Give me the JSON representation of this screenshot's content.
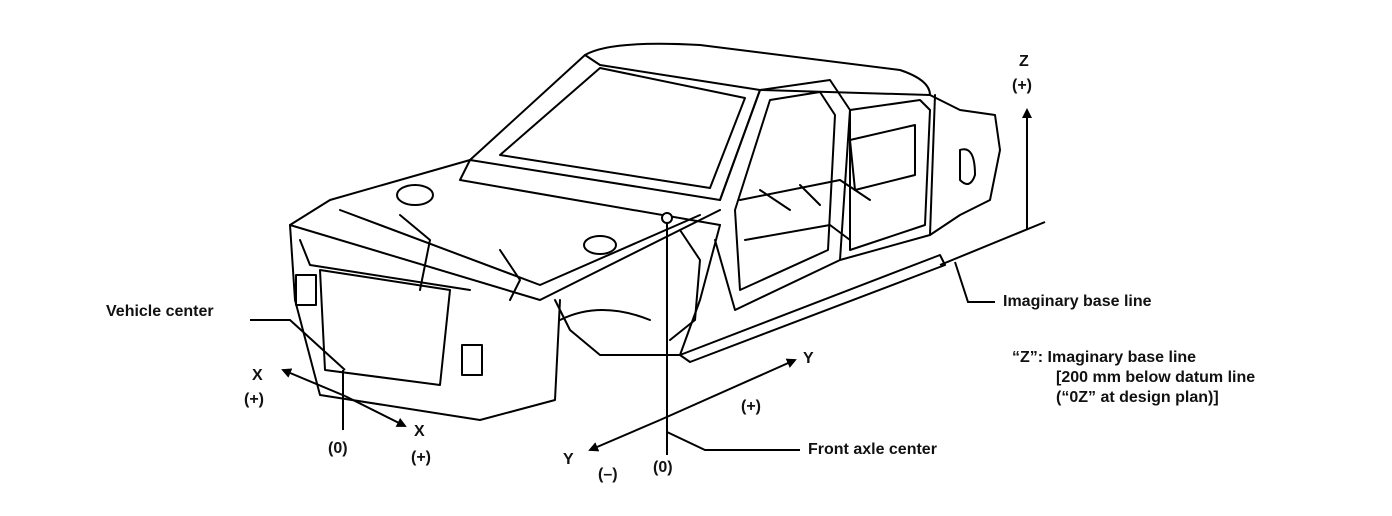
{
  "labels": {
    "z_axis": "Z",
    "z_sign": "(+)",
    "imaginary_base_line": "Imaginary base line",
    "vehicle_center": "Vehicle center",
    "x_left": "X",
    "x_left_sign": "(+)",
    "x_right": "X",
    "x_right_sign": "(+)",
    "x_zero": "(0)",
    "y_right": "Y",
    "y_plus": "(+)",
    "y_left": "Y",
    "y_minus": "(–)",
    "y_zero": "(0)",
    "front_axle_center": "Front axle center"
  },
  "z_note": {
    "line1": "“Z”: Imaginary base line",
    "line2": "[200 mm below datum line",
    "line3": "(“0Z” at design plan)]"
  }
}
